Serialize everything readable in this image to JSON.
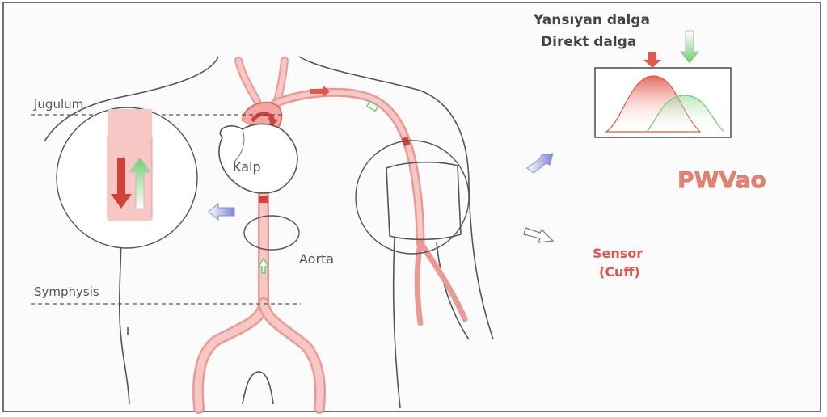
{
  "labels": {
    "reflected_wave": "Yansıyan dalga",
    "direct_wave": "Direkt dalga",
    "jugulum": "Jugulum",
    "heart": "Kalp",
    "aorta": "Aorta",
    "symphysis": "Symphysis",
    "sensor": "Sensor",
    "cuff": "(Cuff)",
    "pwvao": "PWVao"
  },
  "colors": {
    "artery": "#f2b9b6",
    "artery_dark": "#e58f8a",
    "red_arrow": "#e2574c",
    "green_arrow": "#7fcf7f",
    "purple_arrow": "#9aa0dc",
    "pwvao": "#e8806f",
    "sensor": "#e2574c",
    "outline": "#555555"
  }
}
